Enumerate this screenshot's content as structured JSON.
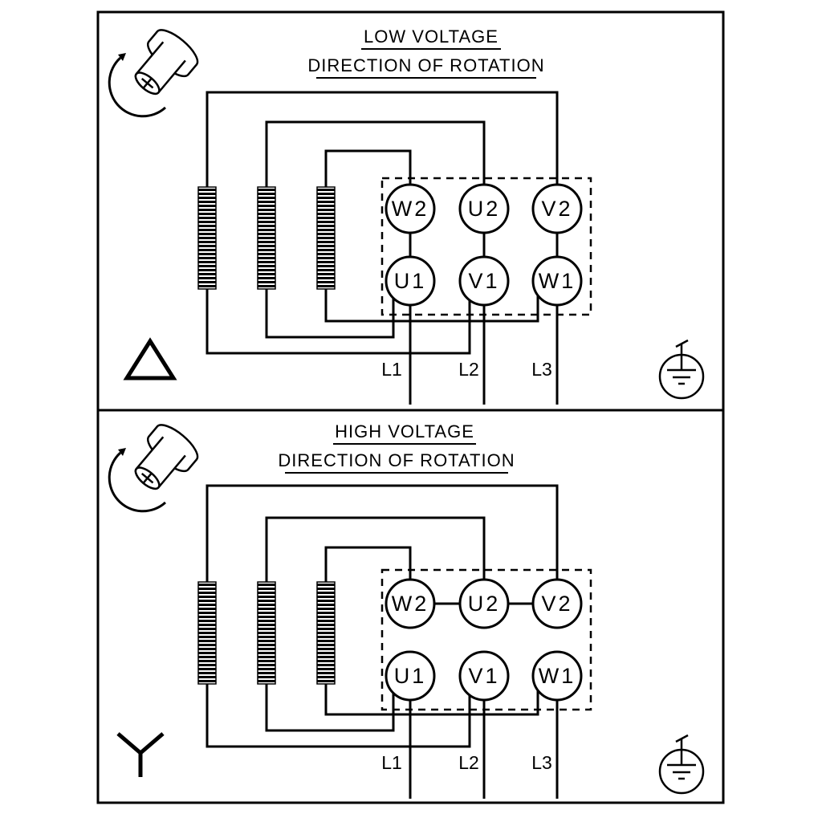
{
  "diagram": {
    "background_color": "#ffffff",
    "line_color": "#000000",
    "panels": [
      {
        "id": "low-voltage",
        "title": "LOW VOLTAGE",
        "subtitle": "DIRECTION OF ROTATION",
        "connection": "delta",
        "connection_icon": "delta-icon",
        "rotation_icon": "shaft-rotation-icon",
        "earth_icon": "earth-ground-icon",
        "terminals_top": [
          "W2",
          "U2",
          "V2"
        ],
        "terminals_bottom": [
          "U1",
          "V1",
          "W1"
        ],
        "supply_lines": [
          "L1",
          "L2",
          "L3"
        ]
      },
      {
        "id": "high-voltage",
        "title": "HIGH VOLTAGE",
        "subtitle": "DIRECTION OF ROTATION",
        "connection": "star",
        "connection_icon": "wye-icon",
        "rotation_icon": "shaft-rotation-icon",
        "earth_icon": "earth-ground-icon",
        "terminals_top": [
          "W2",
          "U2",
          "V2"
        ],
        "terminals_bottom": [
          "U1",
          "V1",
          "W1"
        ],
        "supply_lines": [
          "L1",
          "L2",
          "L3"
        ]
      }
    ]
  }
}
